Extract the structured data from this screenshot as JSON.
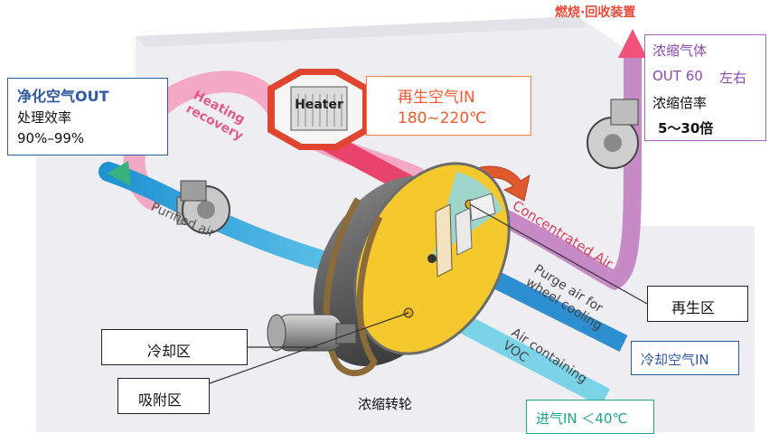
{
  "top_label": "燃烧·回收装置",
  "purified_box": {
    "line1": "净化空气OUT",
    "line2": "处理效率",
    "line3": "90%–99%"
  },
  "regen_box": {
    "line1": "再生空气IN",
    "line2": "180~220℃"
  },
  "conc_box": {
    "line1": "浓缩气体",
    "line2": "OUT 60",
    "line3": "左右",
    "line4": "浓缩倍率",
    "line5": "5〜30倍"
  },
  "zone_regen": "再生区",
  "zone_cooling": "冷却区",
  "zone_adsorb": "吸附区",
  "wheel_label": "浓缩转轮",
  "cooling_in": "冷却空气IN",
  "inlet": "进气IN ＜40℃",
  "heater": "Heater",
  "heating_recovery": "Heating recovery",
  "purified_air": "Purified air",
  "concentrated_air": "Concentrated Air",
  "purge_air": "Purge air for wheel cooling",
  "air_voc": "Air containing VOC"
}
